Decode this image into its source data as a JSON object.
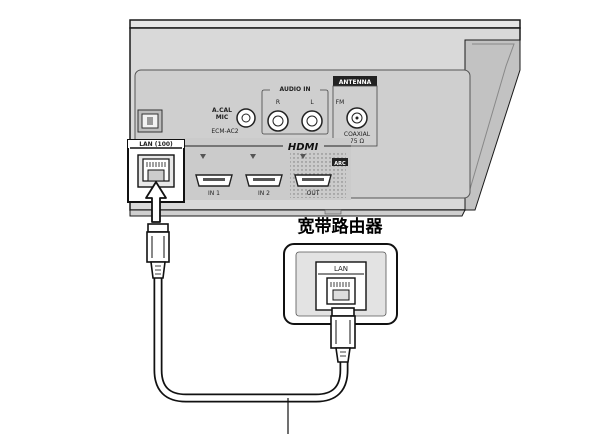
{
  "device_panel": {
    "lan_port_label": "LAN (100)",
    "acal_mic_label": "A.CAL\nMIC",
    "ecm_ac2_label": "ECM-AC2",
    "audio_in_label": "AUDIO IN",
    "audio_r_label": "R",
    "audio_l_label": "L",
    "antenna_label": "ANTENNA",
    "fm_label": "FM",
    "coaxial_label": "COAXIAL\n75 Ω",
    "hdmi_logo": "HDMI",
    "hdmi_in1_label": "IN 1",
    "hdmi_in2_label": "IN 2",
    "hdmi_out_label": "OUT",
    "arc_label": "ARC"
  },
  "router": {
    "title": "宽带路由器",
    "lan_label": "LAN"
  }
}
